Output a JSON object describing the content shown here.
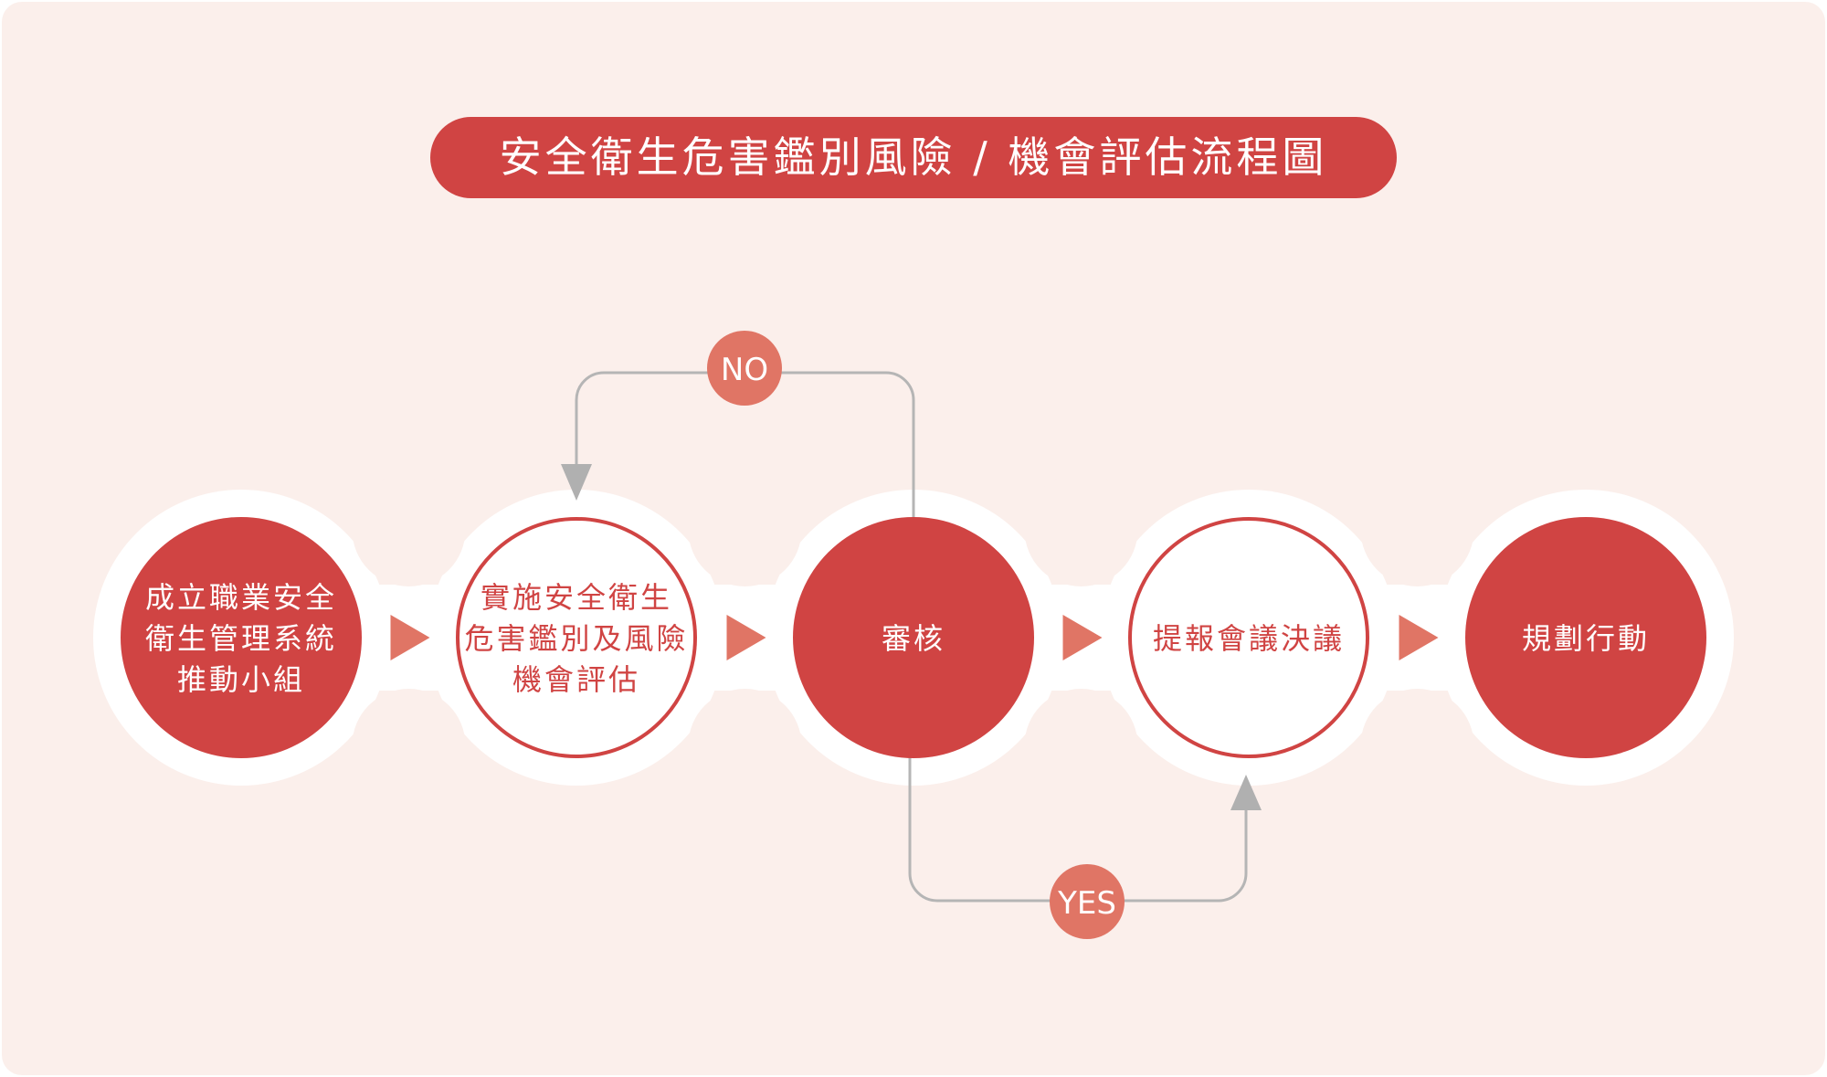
{
  "title": "安全衛生危害鑑別風險 / 機會評估流程圖",
  "colors": {
    "primary": "#d04443",
    "arrow": "#e07565",
    "connector": "#b5b5b5",
    "background": "#fbefeb"
  },
  "steps": [
    {
      "lines": [
        "成立職業安全",
        "衛生管理系統",
        "推動小組"
      ],
      "style": "filled"
    },
    {
      "lines": [
        "實施安全衛生",
        "危害鑑別及風險",
        "機會評估"
      ],
      "style": "outline"
    },
    {
      "lines": [
        "審核"
      ],
      "style": "filled"
    },
    {
      "lines": [
        "提報會議決議"
      ],
      "style": "outline"
    },
    {
      "lines": [
        "規劃行動"
      ],
      "style": "filled"
    }
  ],
  "decisions": {
    "no": "NO",
    "yes": "YES"
  }
}
